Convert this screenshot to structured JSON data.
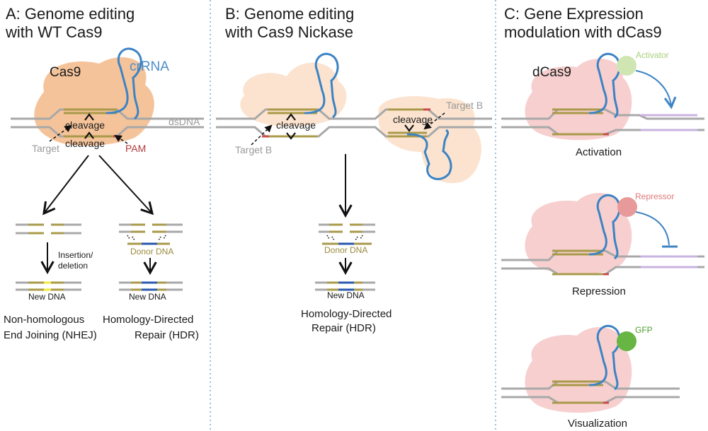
{
  "colors": {
    "cas9_wt": "#f5c39a",
    "cas9_nick": "#fbe3cf",
    "dcas9": "#f7cfcf",
    "dna_grey": "#a8a8a8",
    "dna_gold": "#a89a4a",
    "pam_red": "#c94a4a",
    "rna_blue": "#3c83c4",
    "insertion_yellow": "#f1e83a",
    "donor_blue": "#2a58b0",
    "activator": "#cfe6b3",
    "repressor": "#e89a9a",
    "gfp": "#67b542",
    "purple_gene": "#c9b3e0",
    "separator": "#6fa3d8"
  },
  "panel_a": {
    "title_line1": "A:  Genome editing",
    "title_line2": "with WT Cas9",
    "cas9": "Cas9",
    "crrna": "crRNA",
    "dsdna": "dsDNA",
    "cleavage_top": "cleavage",
    "cleavage_bottom": "cleavage",
    "target": "Target",
    "pam": "PAM",
    "insertion_line1": "Insertion/",
    "insertion_line2": "deletion",
    "donor_dna": "Donor DNA",
    "new_dna_left": "New DNA",
    "new_dna_right": "New DNA",
    "nhej_line1": "Non-homologous",
    "nhej_line2": "End Joining (NHEJ)",
    "hdr_line1": "Homology-Directed",
    "hdr_line2": "Repair (HDR)"
  },
  "panel_b": {
    "title_line1": "B:  Genome editing",
    "title_line2": "with Cas9 Nickase",
    "cleavage_left": "cleavage",
    "cleavage_right": "cleavage",
    "target_b_left": "Target B",
    "target_b_right": "Target B",
    "donor_dna": "Donor DNA",
    "new_dna": "New DNA",
    "hdr_line1": "Homology-Directed",
    "hdr_line2": "Repair (HDR)"
  },
  "panel_c": {
    "title_line1": "C:  Gene Expression",
    "title_line2": "modulation with dCas9",
    "dcas9": "dCas9",
    "activator": "Activator",
    "activation": "Activation",
    "repressor": "Repressor",
    "repression": "Repression",
    "gfp": "GFP",
    "visualization": "Visualization"
  }
}
